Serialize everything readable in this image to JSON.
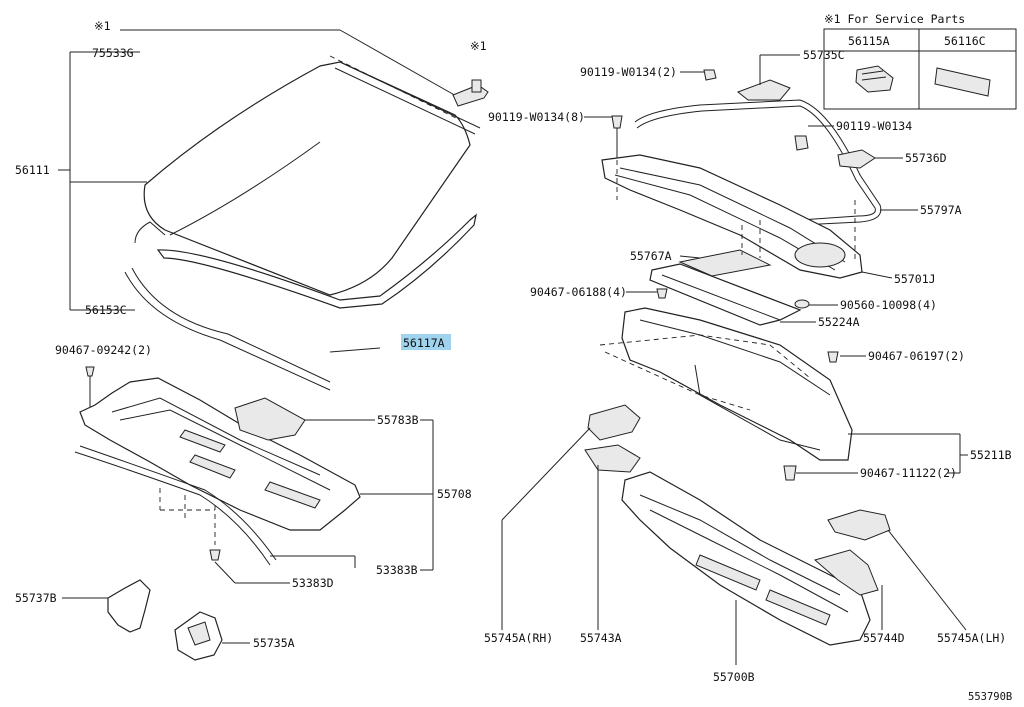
{
  "diagram_id": "553790B",
  "service_note": {
    "title": "※1 For Service Parts",
    "col1": "56115A",
    "col2": "56116C"
  },
  "labels": {
    "note_mark_a": "※1",
    "note_mark_b": "※1",
    "p75533G": "75533G",
    "p56111": "56111",
    "p56153C": "56153C",
    "p56117A": "56117A",
    "p90467_09242": "90467-09242(2)",
    "p55783B": "55783B",
    "p55708": "55708",
    "p53383B": "53383B",
    "p53383D": "53383D",
    "p55737B": "55737B",
    "p55735A": "55735A",
    "p90119_W0134_2": "90119-W0134(2)",
    "p55735C": "55735C",
    "p90119_W0134_8": "90119-W0134(8)",
    "p90119_W0134": "90119-W0134",
    "p55736D": "55736D",
    "p55797A": "55797A",
    "p55767A": "55767A",
    "p55701J": "55701J",
    "p90467_06188": "90467-06188(4)",
    "p90560_10098": "90560-10098(4)",
    "p55224A": "55224A",
    "p90467_06197": "90467-06197(2)",
    "p55211B": "55211B",
    "p90467_11122": "90467-11122(2)",
    "p55745A_RH": "55745A(RH)",
    "p55743A": "55743A",
    "p55744D": "55744D",
    "p55745A_LH": "55745A(LH)",
    "p55700B": "55700B"
  }
}
